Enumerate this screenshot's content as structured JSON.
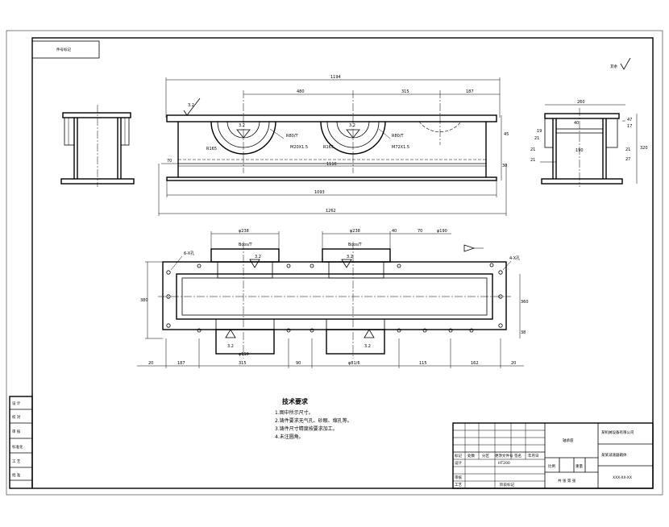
{
  "drawing": {
    "corner_box_label": "件号标记",
    "roughness_symbol": "其余",
    "roughness_value": "3.2",
    "front_view": {
      "dims_top": [
        "1194",
        "480",
        "315",
        "187"
      ],
      "dims_bottom": [
        "1116",
        "1093",
        "1262"
      ],
      "dim_side": [
        "70",
        "30",
        "45"
      ],
      "radius_labels": [
        "R165",
        "R80/T",
        "M20X1.5",
        "R165",
        "R80/T",
        "M72X1.5"
      ]
    },
    "side_view": {
      "dims": [
        "260",
        "47",
        "40",
        "19",
        "21",
        "17",
        "21",
        "21",
        "27",
        "190",
        "320"
      ]
    },
    "plan_view": {
      "dims_top": [
        "φ238",
        "φ238",
        "40",
        "70",
        "φ190"
      ],
      "dims_left": [
        "380"
      ],
      "dims_right": [
        "4-X孔",
        "360",
        "38"
      ],
      "dims_bottom": [
        "20",
        "187",
        "315",
        "90",
        "φ81/6",
        "115",
        "162",
        "20"
      ],
      "callouts": [
        "6-X孔",
        "φ110",
        "Bcos/T",
        "Bcos/T"
      ]
    },
    "tech_title": "技术要求",
    "tech_notes": [
      "1.图中所示尺寸。",
      "2.铸件要求无气孔、砂眼、缩孔等。",
      "3.铸件尺寸精度按要求加工。",
      "4.未注圆角。"
    ]
  },
  "left_table": {
    "rows": [
      "设 计",
      "校 对",
      "审 核",
      "标准化",
      "工 艺",
      "批 准"
    ]
  },
  "title_block": {
    "drawing_name": "轴承座",
    "company": "某机械设备有限公司",
    "part_name": "某某减速器箱体",
    "col_headers": [
      "标记",
      "处数",
      "分区",
      "更改文件号",
      "签名",
      "年月日"
    ],
    "row_labels": [
      "设计",
      "审核",
      "工艺"
    ],
    "material": "HT200",
    "scale_label": "比例",
    "weight_label": "重量",
    "sheet_label": "共 张 第 张",
    "bottom_center": "阶段标记",
    "code": "XXX-XX-XX"
  }
}
